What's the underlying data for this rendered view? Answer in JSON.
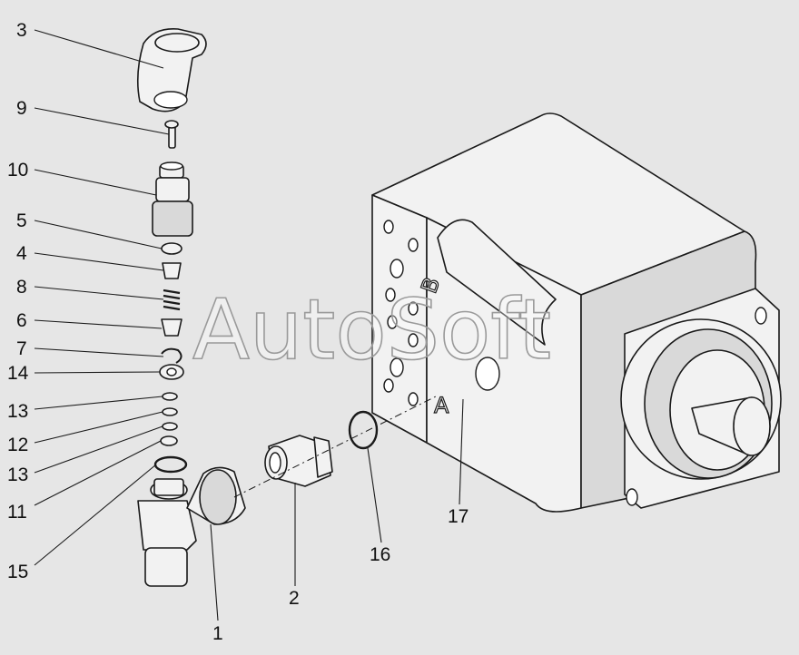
{
  "watermark": "AutoSoft",
  "ports": {
    "b": "B",
    "a": "A"
  },
  "callouts": [
    {
      "id": "c3",
      "text": "3"
    },
    {
      "id": "c9",
      "text": "9"
    },
    {
      "id": "c10",
      "text": "10"
    },
    {
      "id": "c5",
      "text": "5"
    },
    {
      "id": "c4",
      "text": "4"
    },
    {
      "id": "c8",
      "text": "8"
    },
    {
      "id": "c6",
      "text": "6"
    },
    {
      "id": "c7",
      "text": "7"
    },
    {
      "id": "c14",
      "text": "14"
    },
    {
      "id": "c13a",
      "text": "13"
    },
    {
      "id": "c12",
      "text": "12"
    },
    {
      "id": "c13b",
      "text": "13"
    },
    {
      "id": "c11",
      "text": "11"
    },
    {
      "id": "c15",
      "text": "15"
    },
    {
      "id": "c1",
      "text": "1"
    },
    {
      "id": "c2",
      "text": "2"
    },
    {
      "id": "c16",
      "text": "16"
    },
    {
      "id": "c17",
      "text": "17"
    }
  ]
}
